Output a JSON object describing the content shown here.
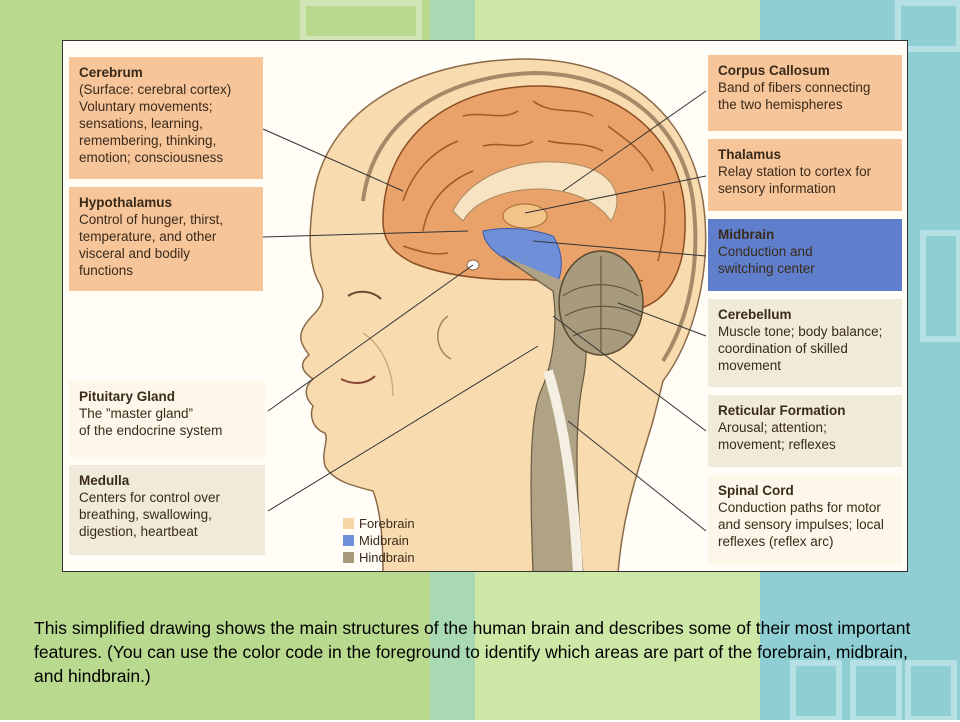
{
  "labels": {
    "cerebrum": {
      "title": "Cerebrum",
      "desc": "(Surface: cerebral cortex)\nVoluntary movements;\nsensations, learning,\nremembering, thinking,\nemotion; consciousness"
    },
    "hypothalamus": {
      "title": "Hypothalamus",
      "desc": "Control of hunger, thirst,\ntemperature, and other\nvisceral and bodily\nfunctions"
    },
    "pituitary": {
      "title": "Pituitary Gland",
      "desc": "The ”master gland”\n of the endocrine system"
    },
    "medulla": {
      "title": "Medulla",
      "desc": "Centers for control over\nbreathing, swallowing,\ndigestion, heartbeat"
    },
    "corpus_callosum": {
      "title": "Corpus Callosum",
      "desc": "Band of fibers connecting\nthe two hemispheres"
    },
    "thalamus": {
      "title": "Thalamus",
      "desc": "Relay station to cortex for\nsensory information"
    },
    "midbrain": {
      "title": "Midbrain",
      "desc": "Conduction and\nswitching center"
    },
    "cerebellum": {
      "title": "Cerebellum",
      "desc": "Muscle tone; body balance;\ncoordination of skilled\nmovement"
    },
    "reticular": {
      "title": "Reticular Formation",
      "desc": "Arousal; attention;\nmovement; reflexes"
    },
    "spinal_cord": {
      "title": "Spinal Cord",
      "desc": "Conduction paths for motor\nand sensory impulses; local\nreflexes (reflex arc)"
    }
  },
  "legend": [
    {
      "label": "Forebrain",
      "color": "#f7d6a8"
    },
    {
      "label": "Midbrain",
      "color": "#6f8fd8"
    },
    {
      "label": "Hindbrain",
      "color": "#a89a7c"
    }
  ],
  "caption": "This simplified drawing shows the main structures of the human brain and describes some of their most important features. (You can use the color code in the foreground to identify which areas are part of the forebrain, midbrain, and hindbrain.)",
  "colors": {
    "forebrain_box": "#f6c59a",
    "midbrain_box": "#5f7fcd",
    "cortex": "#e8a26a",
    "skin": "#f8dcb0"
  }
}
